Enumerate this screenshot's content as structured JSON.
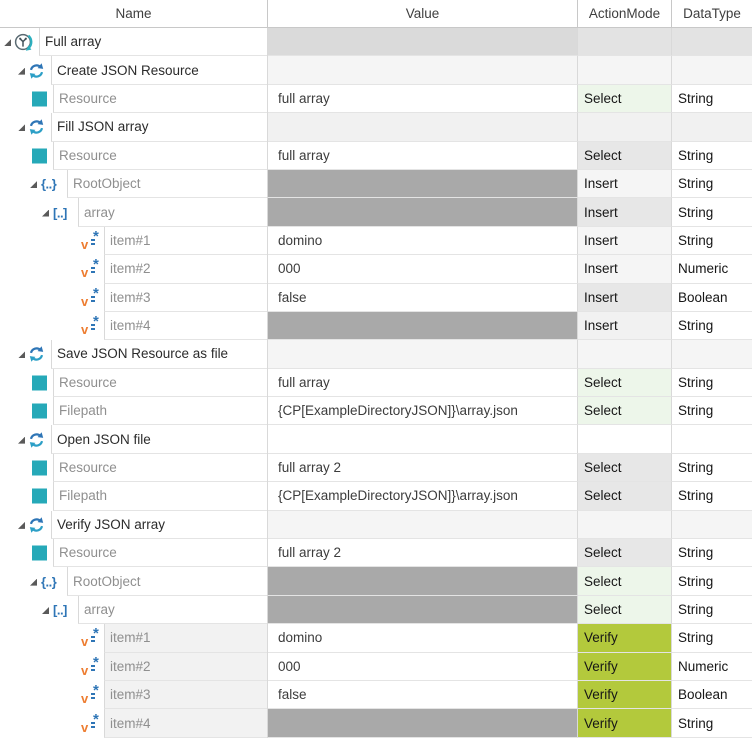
{
  "columns": [
    {
      "label": "Name"
    },
    {
      "label": "Value"
    },
    {
      "label": "ActionMode"
    },
    {
      "label": "DataType"
    }
  ],
  "glyphs": {
    "object": "{..}",
    "array": "[..]",
    "item_v": "v",
    "item_star": "*"
  },
  "icons": {
    "root": "testcase-icon",
    "section": "sync-refresh-icon",
    "param": "teal-square-icon",
    "object": "brace-object-icon",
    "array": "bracket-array-icon",
    "item": "value-star-icon",
    "expander": "expanded-triangle-icon"
  },
  "colors": {
    "white": "#ffffff",
    "pale": "#f5f5f5",
    "pale2": "#f1f1f1",
    "gray": "#e7e7e7",
    "green": "#edf6ea",
    "verify": "#b3c93c",
    "disabled": "#a9a9a9",
    "rowgray_v": "#dadada",
    "rowgray": "#e3e3e3",
    "itemgray": "#f2f2f2",
    "teal": "#26a9b8",
    "blue": "#2e75b6",
    "orange": "#ed7d31"
  },
  "rows": [
    {
      "type": "root",
      "name": "Full array",
      "value": "",
      "value_bg": "rowgray_v",
      "action_mode": "",
      "am_bg": "rowgray",
      "data_type": "",
      "dt_bg": "rowgray"
    },
    {
      "type": "section",
      "name": "Create JSON Resource",
      "value": "",
      "value_bg": "pale",
      "action_mode": "",
      "am_bg": "pale",
      "data_type": "",
      "dt_bg": "pale"
    },
    {
      "type": "param",
      "name": "Resource",
      "value": "full array",
      "action_mode": "Select",
      "am_bg": "green",
      "data_type": "String"
    },
    {
      "type": "section",
      "name": "Fill JSON array",
      "value": "",
      "value_bg": "pale2",
      "action_mode": "",
      "am_bg": "pale2",
      "data_type": "",
      "dt_bg": "pale2"
    },
    {
      "type": "param",
      "name": "Resource",
      "value": "full array",
      "action_mode": "Select",
      "am_bg": "gray",
      "data_type": "String"
    },
    {
      "type": "object",
      "name": "RootObject",
      "value": "",
      "value_bg": "disabled",
      "action_mode": "Insert",
      "am_bg": "pale",
      "data_type": "String"
    },
    {
      "type": "array",
      "name": "array",
      "value": "",
      "value_bg": "disabled",
      "action_mode": "Insert",
      "am_bg": "gray",
      "data_type": "String"
    },
    {
      "type": "item",
      "name": "item#1",
      "value": "domino",
      "action_mode": "Insert",
      "am_bg": "pale",
      "data_type": "String"
    },
    {
      "type": "item",
      "name": "item#2",
      "value": "000",
      "action_mode": "Insert",
      "am_bg": "pale",
      "data_type": "Numeric"
    },
    {
      "type": "item",
      "name": "item#3",
      "value": "false",
      "action_mode": "Insert",
      "am_bg": "gray",
      "data_type": "Boolean"
    },
    {
      "type": "item",
      "name": "item#4",
      "value": "",
      "value_bg": "disabled",
      "action_mode": "Insert",
      "am_bg": "pale2",
      "data_type": "String"
    },
    {
      "type": "section",
      "name": "Save JSON Resource as file",
      "value": "",
      "value_bg": "pale",
      "action_mode": "",
      "am_bg": "pale",
      "data_type": "",
      "dt_bg": "pale"
    },
    {
      "type": "param",
      "name": "Resource",
      "value": "full array",
      "action_mode": "Select",
      "am_bg": "green",
      "data_type": "String"
    },
    {
      "type": "param",
      "name": "Filepath",
      "value": "{CP[ExampleDirectoryJSON]}\\array.json",
      "action_mode": "Select",
      "am_bg": "green",
      "data_type": "String"
    },
    {
      "type": "section",
      "name": "Open JSON file",
      "value": "",
      "action_mode": "",
      "data_type": ""
    },
    {
      "type": "param",
      "name": "Resource",
      "value": "full array 2",
      "action_mode": "Select",
      "am_bg": "gray",
      "data_type": "String"
    },
    {
      "type": "param",
      "name": "Filepath",
      "value": "{CP[ExampleDirectoryJSON]}\\array.json",
      "action_mode": "Select",
      "am_bg": "gray",
      "data_type": "String"
    },
    {
      "type": "section",
      "name": "Verify JSON array",
      "value": "",
      "value_bg": "pale",
      "action_mode": "",
      "am_bg": "pale",
      "data_type": "",
      "dt_bg": "pale"
    },
    {
      "type": "param",
      "name": "Resource",
      "value": "full array 2",
      "action_mode": "Select",
      "am_bg": "gray",
      "data_type": "String"
    },
    {
      "type": "object",
      "name": "RootObject",
      "value": "",
      "value_bg": "disabled",
      "action_mode": "Select",
      "am_bg": "green",
      "data_type": "String"
    },
    {
      "type": "array",
      "name": "array",
      "value": "",
      "value_bg": "disabled",
      "action_mode": "Select",
      "am_bg": "green",
      "data_type": "String"
    },
    {
      "type": "item",
      "name": "item#1",
      "value": "domino",
      "action_mode": "Verify",
      "am_bg": "verify",
      "data_type": "String",
      "name_bg": "itemgray"
    },
    {
      "type": "item",
      "name": "item#2",
      "value": "000",
      "action_mode": "Verify",
      "am_bg": "verify",
      "data_type": "Numeric",
      "name_bg": "itemgray"
    },
    {
      "type": "item",
      "name": "item#3",
      "value": "false",
      "action_mode": "Verify",
      "am_bg": "verify",
      "data_type": "Boolean",
      "name_bg": "itemgray"
    },
    {
      "type": "item",
      "name": "item#4",
      "value": "",
      "value_bg": "disabled",
      "action_mode": "Verify",
      "am_bg": "verify",
      "data_type": "String",
      "name_bg": "itemgray"
    }
  ]
}
